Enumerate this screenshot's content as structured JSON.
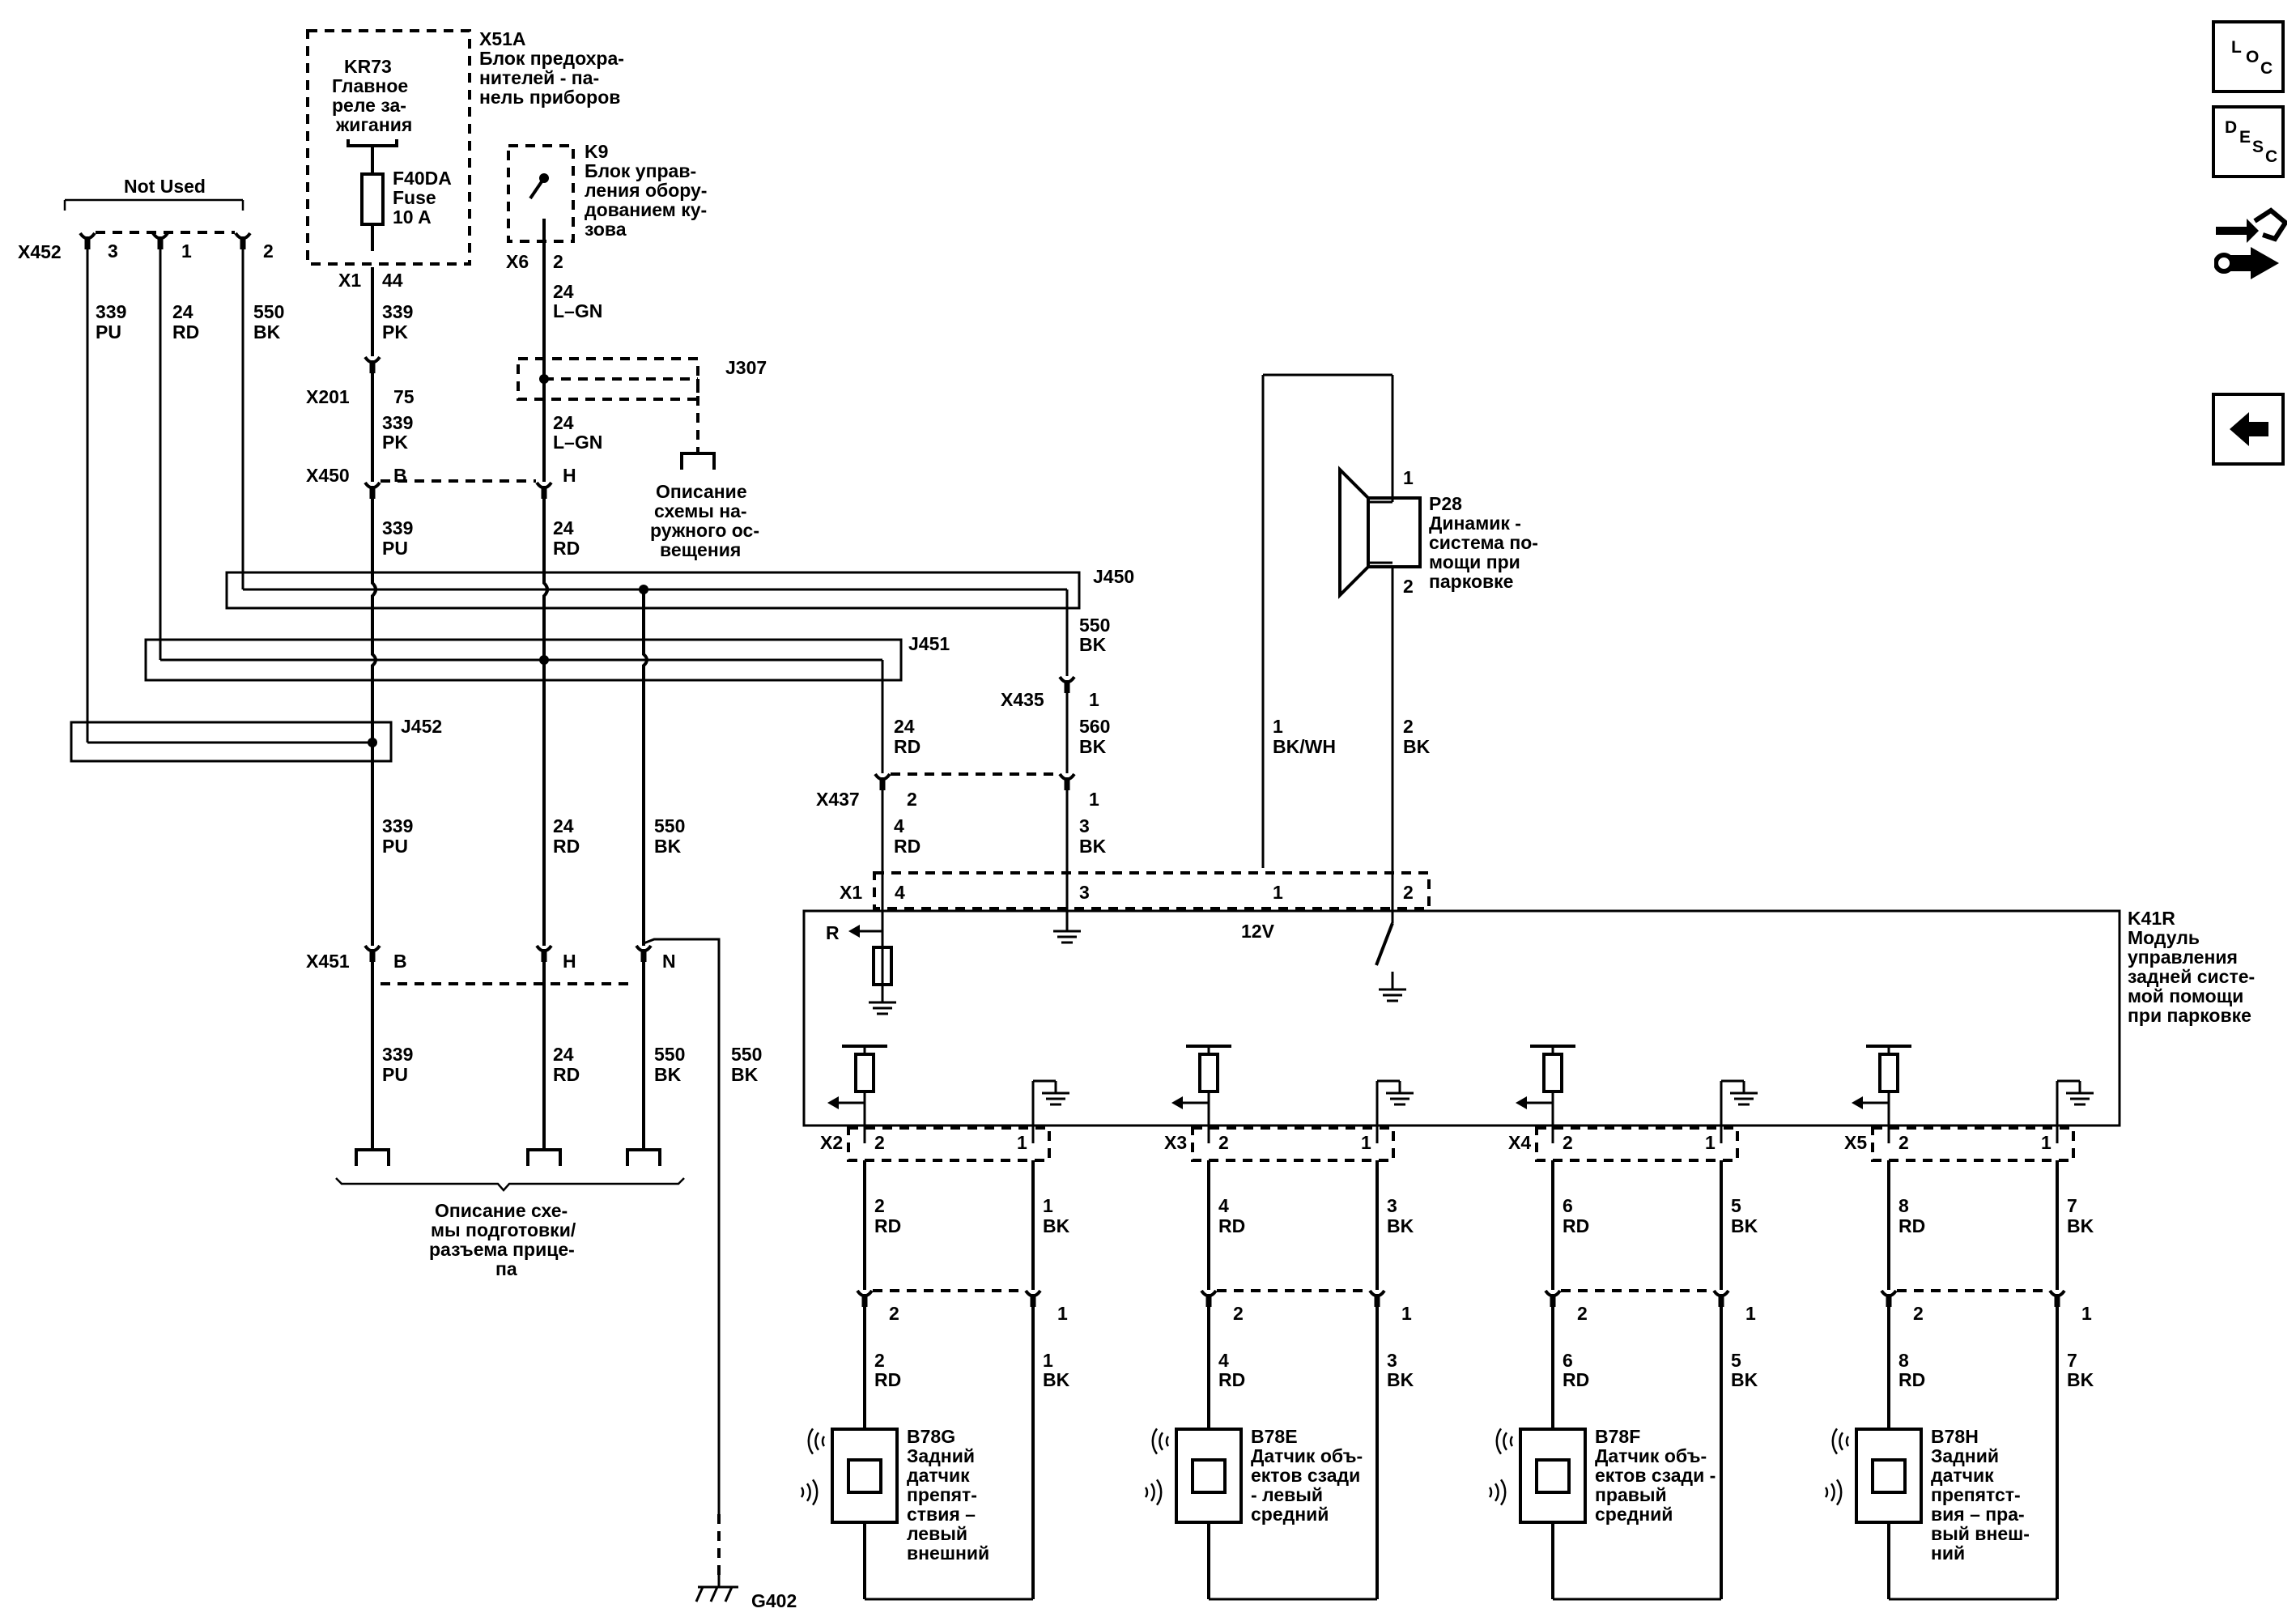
{
  "nav": {
    "loc_letters": [
      "L",
      "O",
      "C"
    ],
    "desc_letters": [
      "D",
      "E",
      "S",
      "C"
    ]
  },
  "labels": {
    "not_used": "Not Used",
    "x452": "X452",
    "x452_p3": "3",
    "x452_p1": "1",
    "x452_p2": "2",
    "w339pu_a1": "339",
    "w339pu_a2": "PU",
    "w24rd_a1": "24",
    "w24rd_a2": "RD",
    "w550bk_a1": "550",
    "w550bk_a2": "BK",
    "x51a": "X51A",
    "x51a_d1": "Блок предохра-",
    "x51a_d2": "нителей - па-",
    "x51a_d3": "нель приборов",
    "kr73": "KR73",
    "kr73_d1": "Главное",
    "kr73_d2": "реле за-",
    "kr73_d3": "жигания",
    "f40": "F40DA",
    "f40_fuse": "Fuse",
    "f40_amp": "10 A",
    "x1": "X1",
    "x1_pin": "44",
    "w339pk_1": "339",
    "w339pk_2": "PK",
    "x201": "X201",
    "x201_pin": "75",
    "w339pk_b1": "339",
    "w339pk_b2": "PK",
    "x450": "X450",
    "x450_b": "B",
    "x450_h": "H",
    "w339pu_b1": "339",
    "w339pu_b2": "PU",
    "k9": "K9",
    "k9_d1": "Блок управ-",
    "k9_d2": "ления обору-",
    "k9_d3": "дованием ку-",
    "k9_d4": "зова",
    "x6": "X6",
    "x6_pin": "2",
    "w24lgn_1": "24",
    "w24lgn_2": "L–GN",
    "j307": "J307",
    "w24lgn_b1": "24",
    "w24lgn_b2": "L–GN",
    "w24rd_b1": "24",
    "w24rd_b2": "RD",
    "ext1": "Описание",
    "ext2": "схемы на-",
    "ext3": "ружного ос-",
    "ext4": "вещения",
    "j450": "J450",
    "j451": "J451",
    "j452": "J452",
    "w550bk_b1": "550",
    "w550bk_b2": "BK",
    "x435": "X435",
    "x435_pin": "1",
    "w560bk_1": "560",
    "w560bk_2": "BK",
    "w24rd_c1": "24",
    "w24rd_c2": "RD",
    "x437": "X437",
    "x437_p2": "2",
    "x437_p1": "1",
    "w4rd_a1": "4",
    "w4rd_a2": "RD",
    "w3bk_a1": "3",
    "w3bk_a2": "BK",
    "w339pu_c1": "339",
    "w339pu_c2": "PU",
    "w24rd_d1": "24",
    "w24rd_d2": "RD",
    "w550bk_c1": "550",
    "w550bk_c2": "BK",
    "k41_x1": "X1",
    "k41_p4": "4",
    "k41_p3": "3",
    "k41_p1": "1",
    "k41_p2": "2",
    "k41r": "K41R",
    "k41r_d1": "Модуль",
    "k41r_d2": "управления",
    "k41r_d3": "задней систе-",
    "k41r_d4": "мой помощи",
    "k41r_d5": "при парковке",
    "r_label": "R",
    "v12": "12V",
    "p28": "P28",
    "p28_d1": "Динамик -",
    "p28_d2": "система по-",
    "p28_d3": "мощи при",
    "p28_d4": "парковке",
    "p28_p1": "1",
    "p28_p2": "2",
    "w1bkwh_1": "1",
    "w1bkwh_2": "BK/WH",
    "w2bk_s1": "2",
    "w2bk_s2": "BK",
    "x451": "X451",
    "x451_b": "B",
    "x451_h": "H",
    "x451_n": "N",
    "w339pu_d1": "339",
    "w339pu_d2": "PU",
    "w24rd_e1": "24",
    "w24rd_e2": "RD",
    "w550bk_d1": "550",
    "w550bk_d2": "BK",
    "w550bk_e1": "550",
    "w550bk_e2": "BK",
    "trailer1": "Описание схе-",
    "trailer2": "мы подготовки/",
    "trailer3": "разъема прице-",
    "trailer4": "па",
    "g402": "G402"
  },
  "sensors": [
    {
      "conn": "X2",
      "p2": "2",
      "p1": "1",
      "w_rd1": "2",
      "w_rd2": "RD",
      "w_bk1": "1",
      "w_bk2": "BK",
      "i2": "2",
      "i1": "1",
      "w_rd3": "2",
      "w_rd4": "RD",
      "w_bk3": "1",
      "w_bk4": "BK",
      "code": "B78G",
      "desc": [
        "Задний",
        "датчик",
        "препят-",
        "ствия –",
        "левый",
        "внешний"
      ]
    },
    {
      "conn": "X3",
      "p2": "2",
      "p1": "1",
      "w_rd1": "4",
      "w_rd2": "RD",
      "w_bk1": "3",
      "w_bk2": "BK",
      "i2": "2",
      "i1": "1",
      "w_rd3": "4",
      "w_rd4": "RD",
      "w_bk3": "3",
      "w_bk4": "BK",
      "code": "B78E",
      "desc": [
        "Датчик объ-",
        "ектов сзади",
        "- левый",
        "средний"
      ]
    },
    {
      "conn": "X4",
      "p2": "2",
      "p1": "1",
      "w_rd1": "6",
      "w_rd2": "RD",
      "w_bk1": "5",
      "w_bk2": "BK",
      "i2": "2",
      "i1": "1",
      "w_rd3": "6",
      "w_rd4": "RD",
      "w_bk3": "5",
      "w_bk4": "BK",
      "code": "B78F",
      "desc": [
        "Датчик объ-",
        "ектов сзади -",
        "правый",
        "средний"
      ]
    },
    {
      "conn": "X5",
      "p2": "2",
      "p1": "1",
      "w_rd1": "8",
      "w_rd2": "RD",
      "w_bk1": "7",
      "w_bk2": "BK",
      "i2": "2",
      "i1": "1",
      "w_rd3": "8",
      "w_rd4": "RD",
      "w_bk3": "7",
      "w_bk4": "BK",
      "code": "B78H",
      "desc": [
        "Задний",
        "датчик",
        "препятст-",
        "вия – пра-",
        "вый внеш-",
        "ний"
      ]
    }
  ]
}
